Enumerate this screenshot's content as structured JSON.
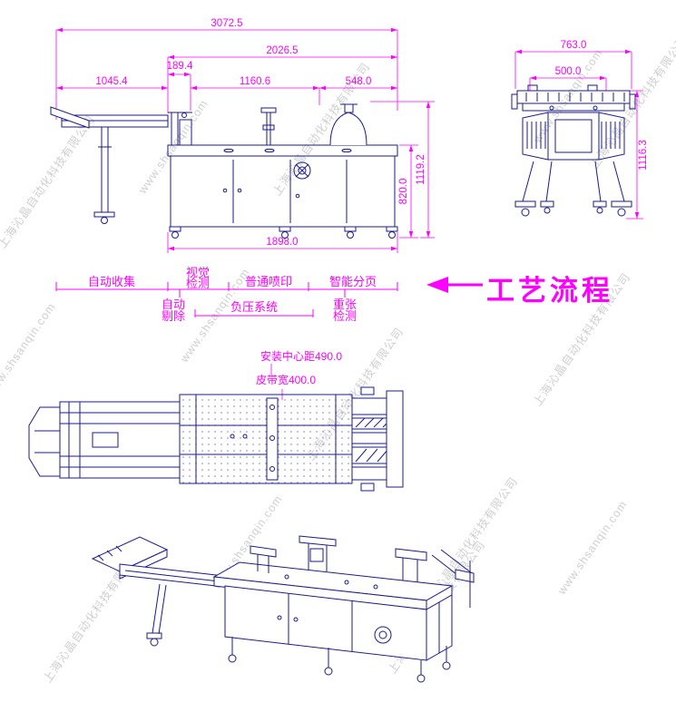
{
  "watermark": {
    "company": "上海沁晶自动化科技有限公司",
    "website": "www.shsanqin.com"
  },
  "front_view": {
    "dim_total_width": "3072.5",
    "dim_upper_width": "2026.5",
    "dim_offset": "189.4",
    "dim_left_section": "1045.4",
    "dim_mid_section": "1160.6",
    "dim_right_section": "548.0",
    "dim_table_height": "820.0",
    "dim_total_height": "1119.2",
    "dim_base_width": "1898.0"
  },
  "side_view": {
    "dim_width": "763.0",
    "dim_inner_width": "500.0",
    "dim_height": "1116.3"
  },
  "process_flow": {
    "title": "工艺流程",
    "stage_collect": "自动收集",
    "stage_vision_line1": "视觉",
    "stage_vision_line2": "检测",
    "stage_print": "普通喷印",
    "stage_paging": "智能分页",
    "stage_reject_line1": "自动",
    "stage_reject_line2": "剔除",
    "stage_vacuum": "负压系统",
    "stage_double_line1": "重张",
    "stage_double_line2": "检测"
  },
  "plan_view": {
    "dim_center_distance": "安装中心距490.0",
    "dim_belt_width": "皮带宽400.0"
  }
}
